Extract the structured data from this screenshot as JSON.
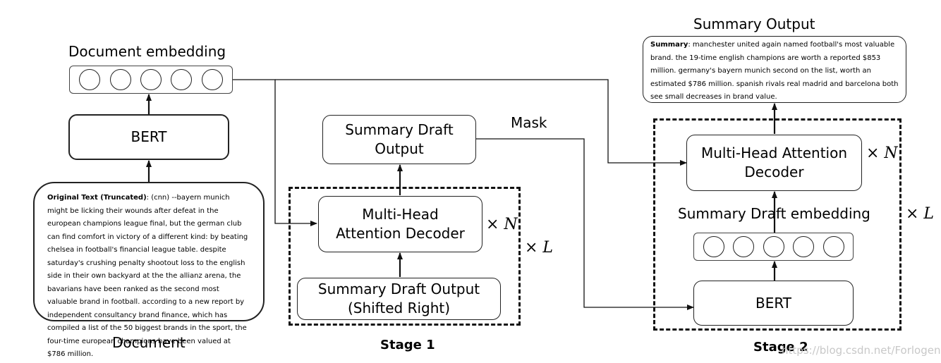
{
  "labels": {
    "document_embedding": "Document embedding",
    "summary_output": "Summary Output",
    "mask": "Mask",
    "document": "Document",
    "stage1": "Stage 1",
    "stage2": "Stage 2",
    "summary_draft_embedding": "Summary Draft embedding"
  },
  "boxes": {
    "bert_left": "BERT",
    "summary_draft_output": "Summary Draft Output",
    "decoder1": "Multi-Head Attention Decoder",
    "shifted": "Summary Draft Output (Shifted Right)",
    "decoder2": "Multi-Head Attention Decoder",
    "bert_right": "BERT"
  },
  "multipliers": {
    "decoder1_n": "× N",
    "stage1_l": "× L",
    "decoder2_n": "× N",
    "stage2_l": "× L"
  },
  "original_text": {
    "heading": "Original Text (Truncated)",
    "body": ": (cnn) --bayern munich might be licking their wounds after defeat in the european champions league final, but the german club can find comfort in victory of a different kind: by beating chelsea in football's financial league table. despite saturday's crushing penalty shootout loss to the english side in their own backyard at the the allianz arena, the bavarians have been ranked as the second most valuable brand in football. according to a new report by independent consultancy brand finance, which has compiled a list of the 50 biggest brands in the sport, the four-time european champions have been valued at $786 million."
  },
  "summary_text": {
    "heading": "Summary",
    "body": ": manchester united again named football's most valuable brand. the 19-time english champions are worth a reported $853 million. germany's bayern munich second on the list, worth an estimated $786 million. spanish rivals real madrid and barcelona both see small decreases in brand value."
  },
  "watermark": "https://blog.csdn.net/Forlogen"
}
